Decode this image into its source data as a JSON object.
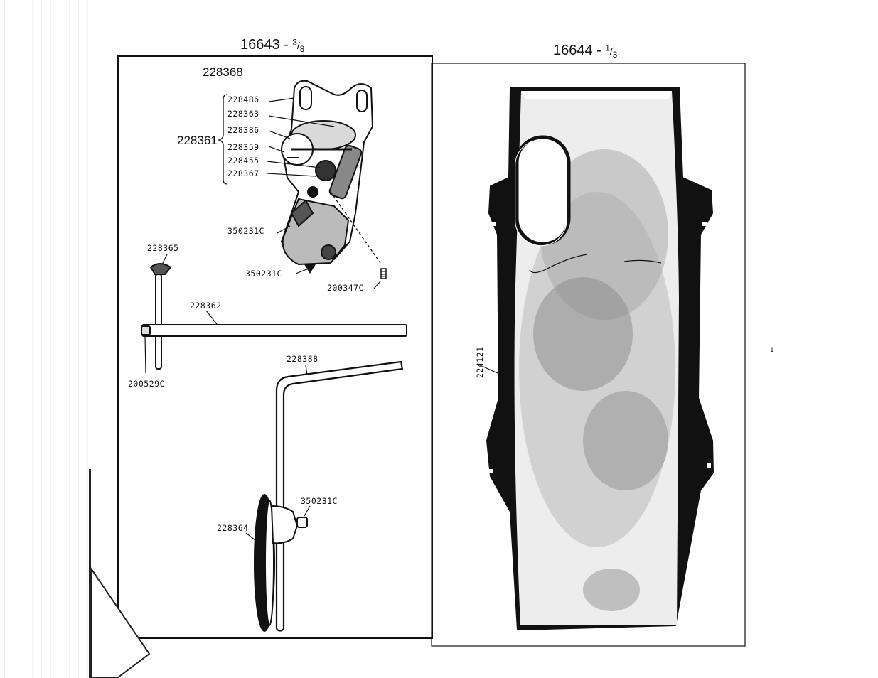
{
  "figures": {
    "left": {
      "number": "16643 -",
      "scale_num": "3",
      "scale_den": "8"
    },
    "right": {
      "number": "16644 -",
      "scale_num": "1",
      "scale_den": "3"
    }
  },
  "labels": {
    "assembly": "228368",
    "group": "228361",
    "p228486": "228486",
    "p228363": "228363",
    "p228386": "228386",
    "p228359": "228359",
    "p228455": "228455",
    "p228367": "228367",
    "p350231c_a": "350231C",
    "p350231c_b": "350231C",
    "p200347c": "200347C",
    "p228365": "228365",
    "p228362": "228362",
    "p200529c": "200529C",
    "p228388": "228388",
    "p350231c_c": "350231C",
    "p228364": "228364",
    "p224121": "224121"
  },
  "stray_mark": "1"
}
